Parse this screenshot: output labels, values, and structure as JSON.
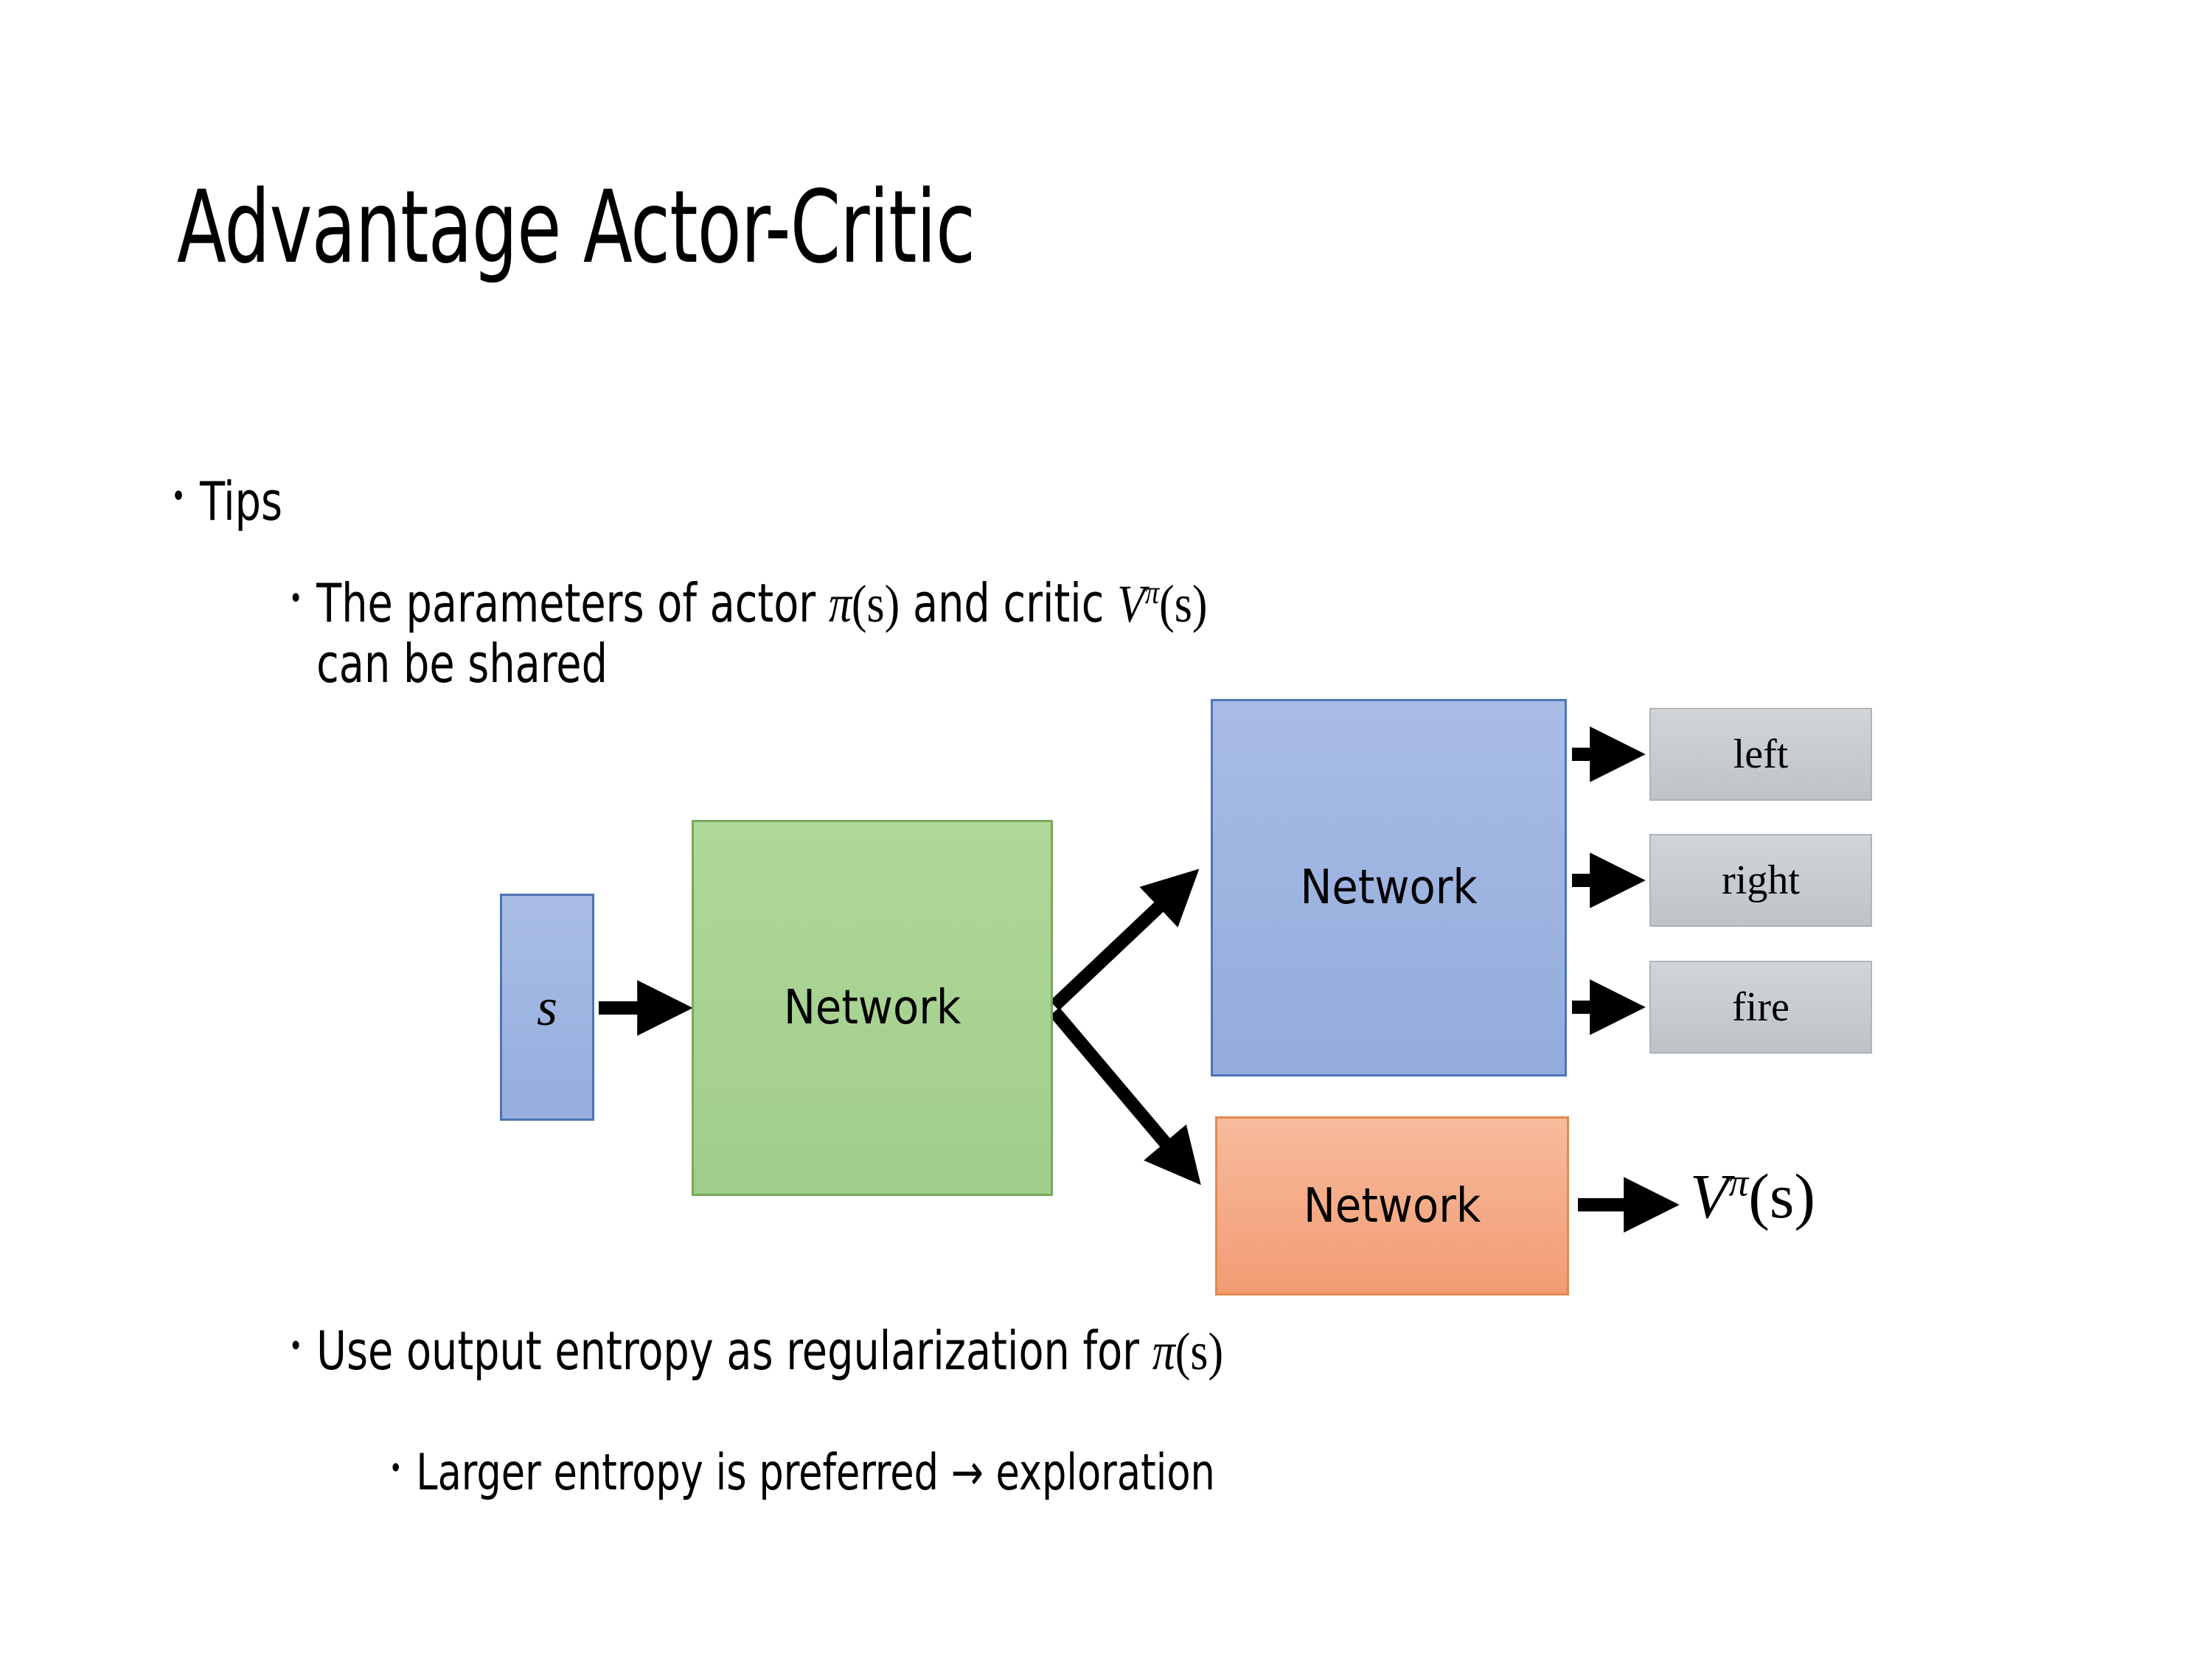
{
  "slide": {
    "title": "Advantage Actor-Critic",
    "background_color": "#FFFFFF"
  },
  "bullets": {
    "level1": {
      "marker": "•",
      "text": "Tips"
    },
    "level2_shared": {
      "marker": "•",
      "line1_prefix": "The parameters of actor ",
      "math_actor": "π",
      "math_actor_arg": "(s)",
      "line1_middle": "  and critic ",
      "math_critic_base": "V",
      "math_critic_sup": "π",
      "math_critic_arg": "(s)",
      "line2": "can be shared"
    },
    "level2_entropy": {
      "marker": "•",
      "text": "Use output entropy as regularization for ",
      "math_pi": "π",
      "math_pi_arg": "(s)"
    },
    "level3_explore": {
      "marker": "•",
      "text": "Larger entropy is preferred → exploration"
    }
  },
  "diagram": {
    "input_node": {
      "label": "s",
      "fill": "#95AEDE",
      "border": "#4E74B6"
    },
    "shared_node": {
      "label": "Network",
      "fill": "#A1CE8B",
      "border": "#77A85E"
    },
    "actor_node": {
      "label": "Network",
      "fill": "#93ACDC",
      "border": "#4E74B6"
    },
    "critic_node": {
      "label": "Network",
      "fill": "#F29C74",
      "border": "#E08A4F"
    },
    "action_nodes": [
      {
        "label": "left",
        "fill": "#C6CACD",
        "border": "#AFB4B8"
      },
      {
        "label": "right",
        "fill": "#C6CACD",
        "border": "#AFB4B8"
      },
      {
        "label": "fire",
        "fill": "#C6CACD",
        "border": "#AFB4B8"
      }
    ],
    "critic_output": {
      "base": "V",
      "superscript": "π",
      "argument": "(s)"
    },
    "arrow_color": "#000000"
  }
}
